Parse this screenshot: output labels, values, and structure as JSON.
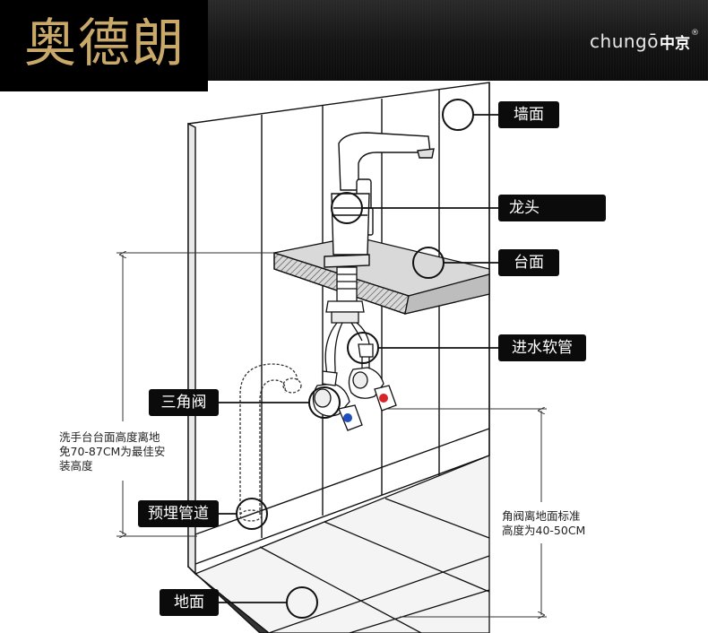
{
  "header": {
    "brand_title": "奥德朗",
    "logo_text": "chungō",
    "logo_cn": "中京",
    "logo_reg": "®"
  },
  "labels": {
    "wall": "墙面",
    "faucet": "龙头",
    "countertop": "台面",
    "inlet_hose": "进水软管",
    "angle_valve": "三角阀",
    "embedded_pipe": "预埋管道",
    "floor": "地面"
  },
  "notes": {
    "basin_height_line1": "洗手台台面高度离地",
    "basin_height_line2": "免70-87CM为最佳安",
    "basin_height_line3": "装高度",
    "valve_height_line1": "角阀离地面标准",
    "valve_height_line2": "高度为40-50CM"
  },
  "colors": {
    "header_bg": "#141414",
    "brand_gold": "#c9a96a",
    "callout_bg": "#0b0b0b",
    "hot_marker": "#d8232a",
    "cold_marker": "#1f4fbf"
  }
}
